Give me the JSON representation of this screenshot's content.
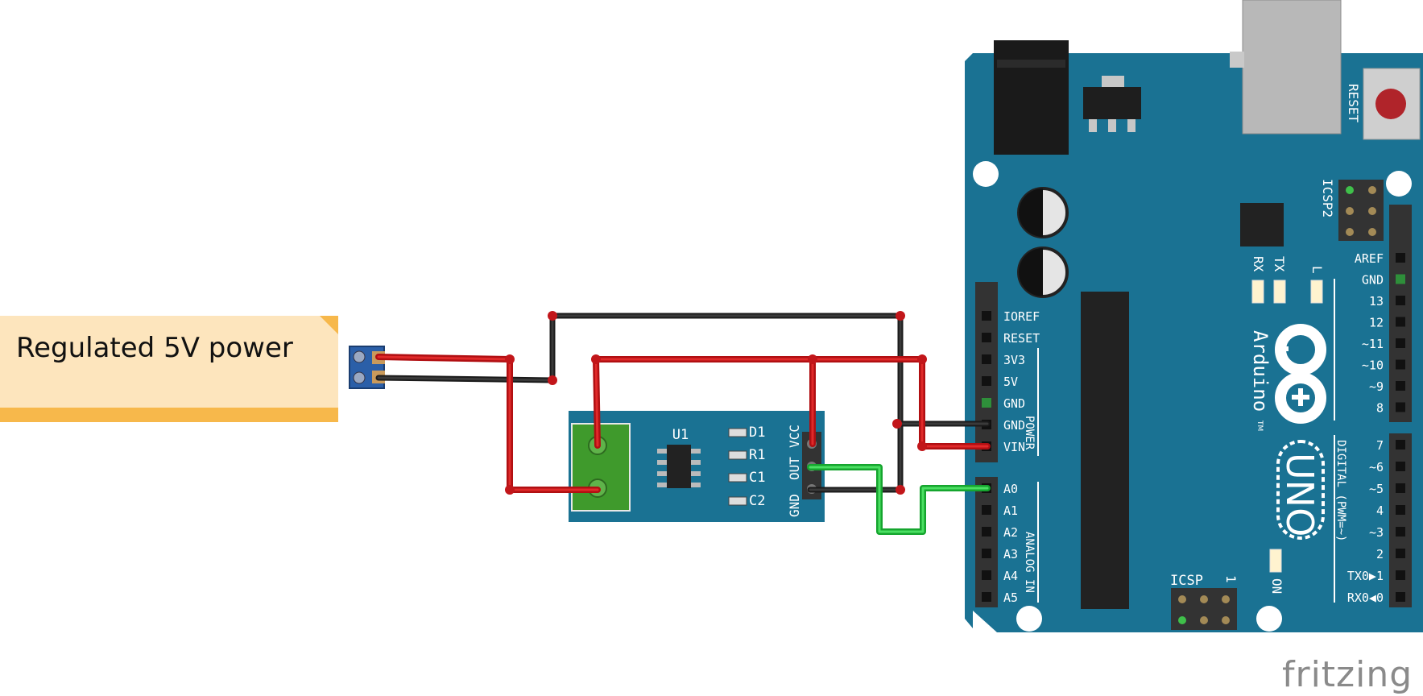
{
  "note": {
    "text": "Regulated 5V power"
  },
  "module": {
    "chip_label": "U1",
    "component_labels": [
      "D1",
      "R1",
      "C1",
      "C2"
    ],
    "pin_labels": [
      "GND",
      "OUT",
      "VCC"
    ]
  },
  "arduino": {
    "reset_label": "RESET",
    "icsp2_label": "ICSP2",
    "icsp_label": "ICSP",
    "icsp_pin1": "1",
    "rx_label": "RX",
    "tx_label": "TX",
    "l_label": "L",
    "on_label": "ON",
    "brand": "Arduino",
    "model": "UNO",
    "tm": "TM",
    "power_header_label": "POWER",
    "analog_header_label": "ANALOG IN",
    "digital_header_label": "DIGITAL (PWM=~)",
    "power_pins": [
      "IOREF",
      "RESET",
      "3V3",
      "5V",
      "GND",
      "GND",
      "VIN"
    ],
    "analog_pins": [
      "A0",
      "A1",
      "A2",
      "A3",
      "A4",
      "A5"
    ],
    "digital_top": [
      "AREF",
      "GND",
      "13",
      "12",
      "~11",
      "~10",
      "~9",
      "8"
    ],
    "digital_bottom": [
      "7",
      "~6",
      "~5",
      "4",
      "~3",
      "2",
      "TX0▶1",
      "RX0◀0"
    ]
  },
  "watermark": "fritzing",
  "colors": {
    "board": "#1a7293",
    "wire_red": "#cc1b1b",
    "wire_black": "#222222",
    "wire_green": "#1fc23a",
    "terminal_green": "#3f9a2c",
    "terminal_blue": "#2b5fa8"
  }
}
